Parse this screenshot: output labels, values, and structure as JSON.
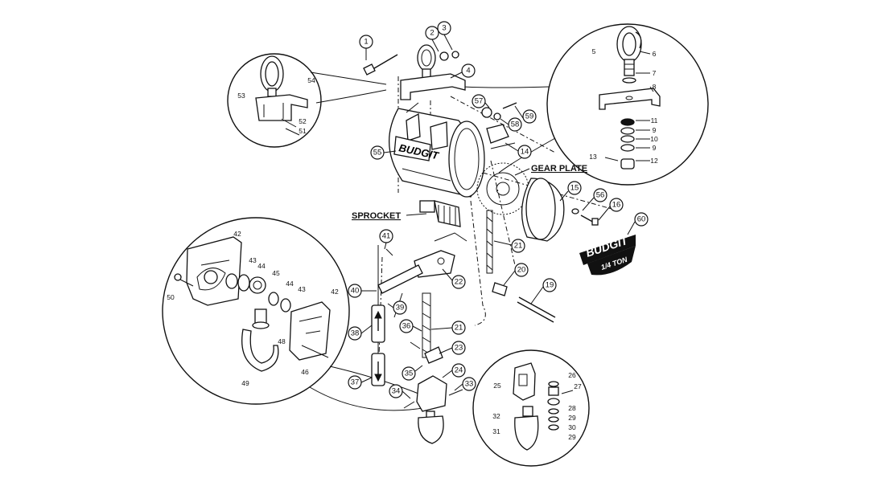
{
  "callouts": {
    "gear_plate": "GEAR PLATE",
    "sprocket": "SPROCKET"
  },
  "brand": {
    "motor_logo": "BUDGIT",
    "tag_logo": "BUDGIT",
    "tag_capacity": "1/4 TON"
  },
  "parts": {
    "p1": "1",
    "p2": "2",
    "p3": "3",
    "p4": "4",
    "p5": "5",
    "p6": "6",
    "p7": "7",
    "p8": "8",
    "p9a": "9",
    "p9b": "9",
    "p10": "10",
    "p11": "11",
    "p12": "12",
    "p13": "13",
    "p14": "14",
    "p15": "15",
    "p16": "16",
    "p19": "19",
    "p20": "20",
    "p21a": "21",
    "p21b": "21",
    "p22": "22",
    "p23": "23",
    "p24": "24",
    "p25": "25",
    "p26": "26",
    "p27": "27",
    "p28": "28",
    "p29a": "29",
    "p29b": "29",
    "p30": "30",
    "p31": "31",
    "p32": "32",
    "p33": "33",
    "p34": "34",
    "p35": "35",
    "p36": "36",
    "p37": "37",
    "p38": "38",
    "p39": "39",
    "p40": "40",
    "p41": "41",
    "p42a": "42",
    "p42b": "42",
    "p43a": "43",
    "p43b": "43",
    "p44a": "44",
    "p44b": "44",
    "p45": "45",
    "p46": "46",
    "p48": "48",
    "p49": "49",
    "p50": "50",
    "p51": "51",
    "p52": "52",
    "p53": "53",
    "p54": "54",
    "p55": "55",
    "p56": "56",
    "p57": "57",
    "p58": "58",
    "p59": "59",
    "p60": "60"
  }
}
